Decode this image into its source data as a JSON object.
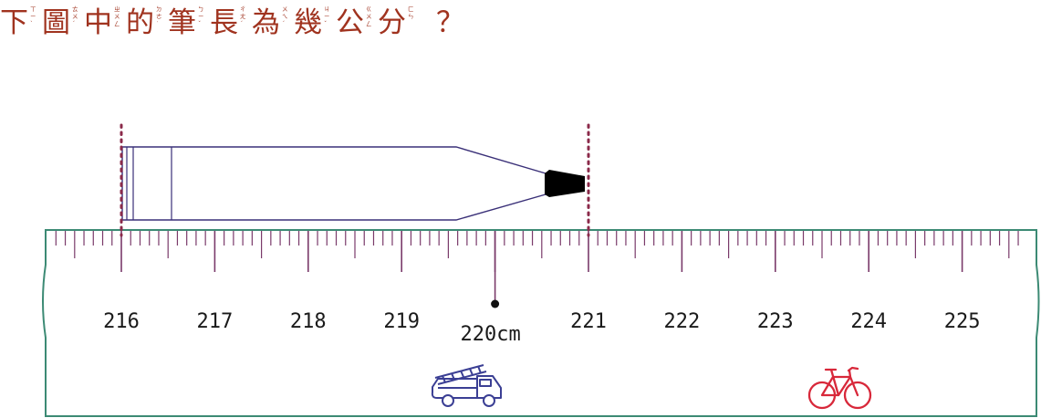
{
  "question": {
    "chars": [
      {
        "ch": "下",
        "zhuyin": [
          "ㄒ",
          "ㄧ",
          "ˋ"
        ]
      },
      {
        "ch": "圖",
        "zhuyin": [
          "ㄊ",
          "ㄨ",
          "ˊ"
        ]
      },
      {
        "ch": "中",
        "zhuyin": [
          "ㄓ",
          "ㄨ",
          "ㄥ"
        ]
      },
      {
        "ch": "的",
        "zhuyin": [
          "ㄉ",
          "ㄜ",
          "˙"
        ]
      },
      {
        "ch": "筆",
        "zhuyin": [
          "ㄅ",
          "ㄧ",
          "ˇ"
        ]
      },
      {
        "ch": "長",
        "zhuyin": [
          "ㄔ",
          "ㄤ",
          "ˊ"
        ]
      },
      {
        "ch": "為",
        "zhuyin": [
          "ㄨ",
          "ㄟ",
          "ˊ"
        ]
      },
      {
        "ch": "幾",
        "zhuyin": [
          "ㄐ",
          "ㄧ",
          "ˇ"
        ]
      },
      {
        "ch": "公",
        "zhuyin": [
          "ㄍ",
          "ㄨ",
          "ㄥ"
        ]
      },
      {
        "ch": "分",
        "zhuyin": [
          "ㄈ",
          "ㄣ"
        ]
      }
    ],
    "mark": "？"
  },
  "ruler": {
    "labels": [
      "216",
      "217",
      "218",
      "219",
      "220cm",
      "221",
      "222",
      "223",
      "224",
      "225"
    ],
    "start_value": 216,
    "end_value": 225.6,
    "subdivisions_per_unit": 10,
    "marked_value": 220
  },
  "pen": {
    "start": 216,
    "end": 221
  },
  "icons": [
    "fire-truck-icon",
    "bicycle-icon"
  ],
  "colors": {
    "title": "#a0331f",
    "ruler_outline": "#3c8a74",
    "ticks": "#7a3a6a",
    "guide_dots": "#8b2a4a",
    "pen_outline": "#3a3078",
    "pen_tip": "#000000",
    "truck": "#3b3f94",
    "bicycle": "#d8283a",
    "numbers": "#1a1a1a"
  }
}
